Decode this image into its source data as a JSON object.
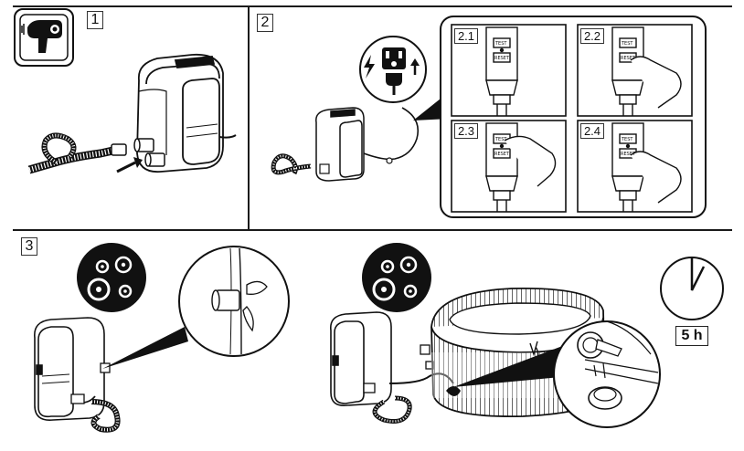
{
  "steps": {
    "s1": "1",
    "s2": "2",
    "s3": "3"
  },
  "substeps": [
    "2.1",
    "2.2",
    "2.3",
    "2.4"
  ],
  "rcd_buttons": {
    "test": "TEST",
    "reset": "RESET"
  },
  "timer": {
    "label": "5 h"
  },
  "icons": {
    "step1_corner": "hair-dryer-prohibited-icon",
    "power": "lightning-plug-icon",
    "valves": "valve-positions-icon",
    "clock": "clock-icon"
  },
  "colors": {
    "line": "#1a1a1a",
    "background": "#ffffff",
    "badge": "#111111"
  }
}
